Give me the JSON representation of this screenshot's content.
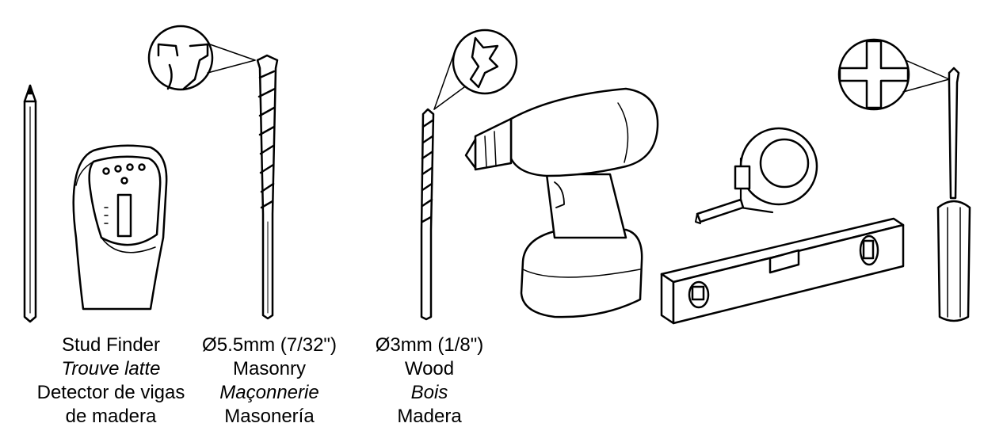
{
  "tools": {
    "stud_finder": {
      "name_en": "Stud Finder",
      "name_fr": "Trouve latte",
      "name_es_line1": "Detector de vigas",
      "name_es_line2": "de madera"
    },
    "masonry_bit": {
      "size": "Ø5.5mm (7/32\")",
      "name_en": "Masonry",
      "name_fr": "Maçonnerie",
      "name_es": "Masonería"
    },
    "wood_bit": {
      "size": "Ø3mm (1/8\")",
      "name_en": "Wood",
      "name_fr": "Bois",
      "name_es": "Madera"
    }
  },
  "icons": [
    "pencil-icon",
    "stud-finder-icon",
    "masonry-drill-bit-icon",
    "wood-drill-bit-icon",
    "cordless-drill-icon",
    "tape-measure-icon",
    "spirit-level-icon",
    "phillips-screwdriver-icon"
  ],
  "colors": {
    "stroke": "#000000",
    "background": "#ffffff"
  }
}
